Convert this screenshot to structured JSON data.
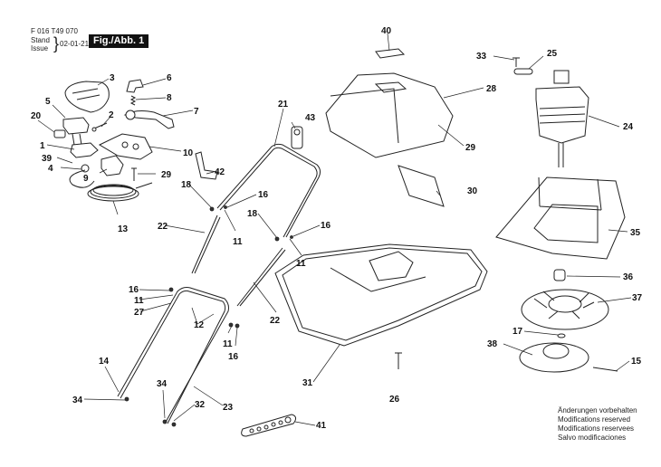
{
  "header": {
    "document_number": "F 016 T49 070",
    "stand_label": "Stand",
    "issue_label": "Issue",
    "date": "02-01-21",
    "figure_label": "Fig./Abb. 1"
  },
  "notes": [
    "Änderungen vorbehalten",
    "Modifications reserved",
    "Modifications reservees",
    "Salvo modificaciones"
  ],
  "callouts": {
    "c1": "1",
    "c2": "2",
    "c3": "3",
    "c4": "4",
    "c5": "5",
    "c6": "6",
    "c7": "7",
    "c8": "8",
    "c9": "9",
    "c10": "10",
    "c11a": "11",
    "c11b": "11",
    "c11c": "11",
    "c11d": "11",
    "c12": "12",
    "c13": "13",
    "c14": "14",
    "c15": "15",
    "c16a": "16",
    "c16b": "16",
    "c16c": "16",
    "c16d": "16",
    "c17": "17",
    "c18a": "18",
    "c18b": "18",
    "c20": "20",
    "c21": "21",
    "c22a": "22",
    "c22b": "22",
    "c23": "23",
    "c24": "24",
    "c25": "25",
    "c26": "26",
    "c27": "27",
    "c28": "28",
    "c29a": "29",
    "c29b": "29",
    "c30": "30",
    "c31": "31",
    "c32": "32",
    "c33": "33",
    "c34a": "34",
    "c34b": "34",
    "c35": "35",
    "c36": "36",
    "c37": "37",
    "c38": "38",
    "c39": "39",
    "c40": "40",
    "c41": "41",
    "c42": "42",
    "c43": "43"
  }
}
